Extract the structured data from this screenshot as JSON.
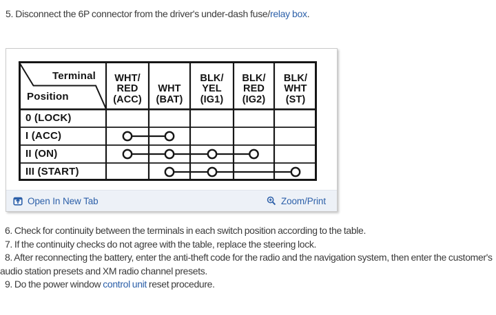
{
  "colors": {
    "link": "#2d60a9",
    "body_text": "#3a3a3a",
    "table_ink": "#141414",
    "footer_bar_bg": "#edf1f7",
    "panel_border": "#cacaca"
  },
  "steps": {
    "s5": {
      "prefix": "5. Disconnect the 6P connector from the driver's under-dash fuse/",
      "link": "relay box",
      "suffix": "."
    },
    "s6": "6. Check for continuity between the terminals in each switch position according to the table.",
    "s7": "7. If the continuity checks do not agree with the table, replace the steering lock.",
    "s8": "8. After reconnecting the battery, enter the anti-theft code for the radio and the navigation system, then enter the customer's audio station presets and XM radio channel presets.",
    "s9": {
      "prefix": "9. Do the power window ",
      "link": "control unit",
      "suffix": " reset procedure."
    }
  },
  "figure": {
    "toolbar": {
      "open_icon": "open-in-new-tab-icon",
      "open_label": "Open In New Tab",
      "zoom_icon": "magnifier-plus-icon",
      "zoom_label": "Zoom/Print"
    }
  },
  "diagram": {
    "corner": {
      "terminal": "Terminal",
      "position": "Position"
    },
    "columns": [
      "WHT/\nRED\n(ACC)",
      "WHT\n(BAT)",
      "BLK/\nYEL\n(IG1)",
      "BLK/\nRED\n(IG2)",
      "BLK/\nWHT\n(ST)"
    ],
    "rows": [
      {
        "label": "0 (LOCK)",
        "connected": []
      },
      {
        "label": "I (ACC)",
        "connected": [
          0,
          1
        ]
      },
      {
        "label": "II (ON)",
        "connected": [
          0,
          1,
          2,
          3
        ]
      },
      {
        "label": "III (START)",
        "connected": [
          1,
          2,
          4
        ]
      }
    ]
  },
  "chart_data": {
    "type": "table",
    "title": "",
    "corner_labels": [
      "Terminal",
      "Position"
    ],
    "columns": [
      "WHT/RED (ACC)",
      "WHT (BAT)",
      "BLK/YEL (IG1)",
      "BLK/RED (IG2)",
      "BLK/WHT (ST)"
    ],
    "rows": [
      "0 (LOCK)",
      "I (ACC)",
      "II (ON)",
      "III (START)"
    ],
    "continuity": [
      [],
      [
        "WHT/RED (ACC)",
        "WHT (BAT)"
      ],
      [
        "WHT/RED (ACC)",
        "WHT (BAT)",
        "BLK/YEL (IG1)",
        "BLK/RED (IG2)"
      ],
      [
        "WHT (BAT)",
        "BLK/YEL (IG1)",
        "BLK/WHT (ST)"
      ]
    ]
  }
}
